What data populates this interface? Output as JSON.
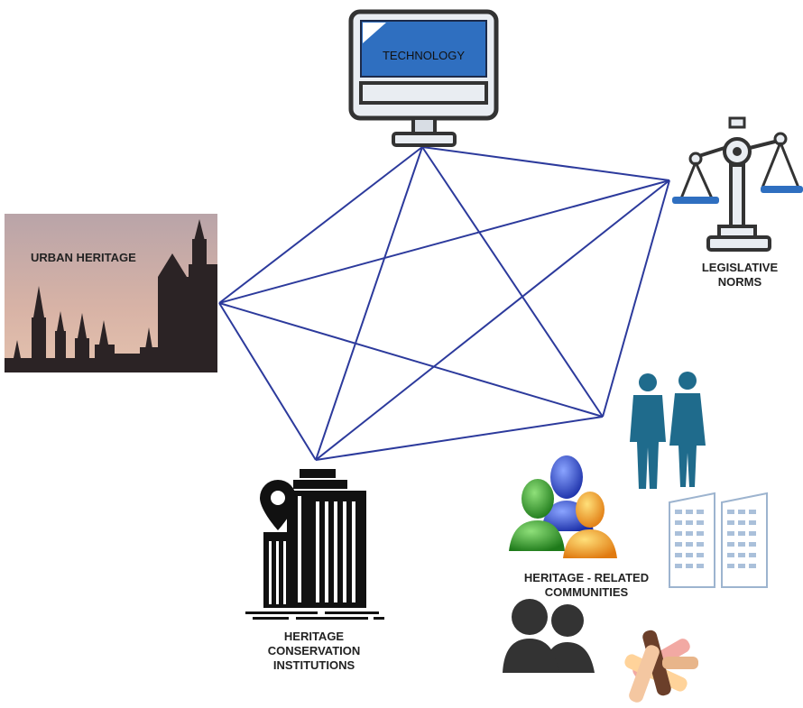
{
  "nodes": {
    "technology": {
      "label": "TECHNOLOGY"
    },
    "legislative": {
      "label_line1": "LEGISLATIVE",
      "label_line2": "NORMS"
    },
    "urban": {
      "label": "URBAN HERITAGE"
    },
    "institutions": {
      "label_line1": "HERITAGE",
      "label_line2": "CONSERVATION",
      "label_line3": "INSTITUTIONS"
    },
    "communities": {
      "label_line1": "HERITAGE - RELATED",
      "label_line2": "COMMUNITIES"
    }
  },
  "colors": {
    "connector": "#2c3a9c",
    "screen": "#2f6fc0",
    "scale_pan": "#2f6fc0",
    "figure": "#1f6b8c",
    "building": "#9db4cf"
  },
  "icons": [
    "monitor-icon",
    "scales-icon",
    "skyline-photo",
    "building-location-icon",
    "people-group-icon",
    "business-people-icon",
    "office-buildings-icon",
    "silhouettes-icon",
    "hands-unity-icon"
  ]
}
